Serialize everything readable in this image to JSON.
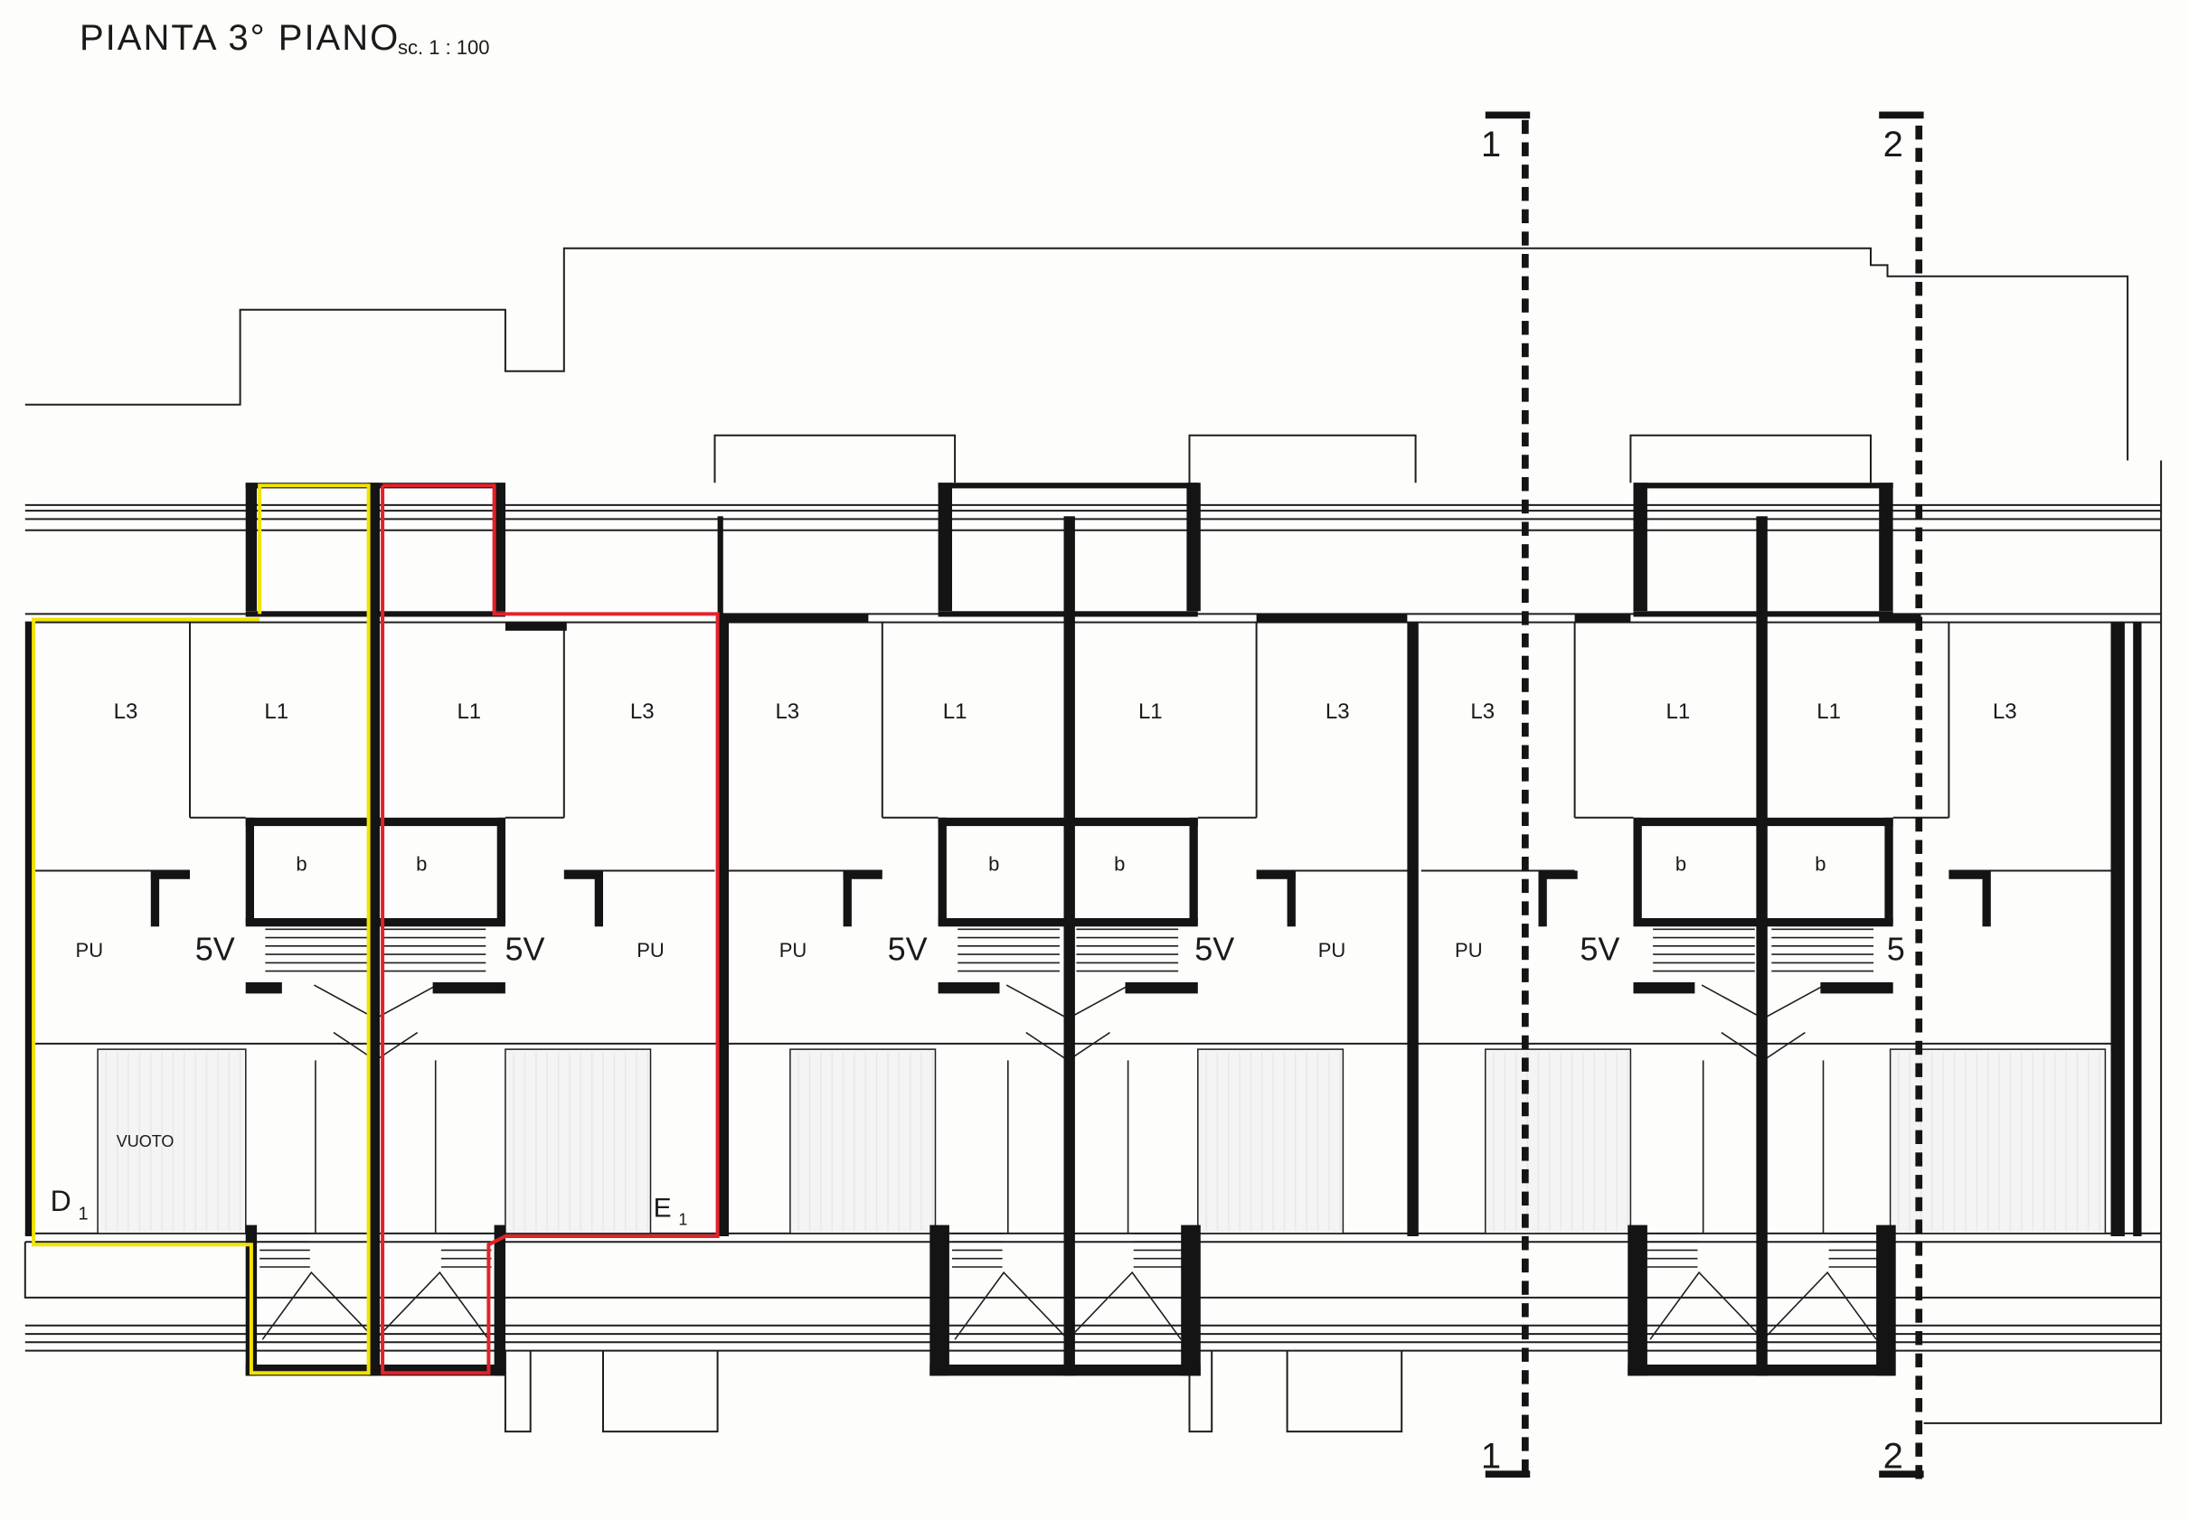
{
  "title": "PIANTA  3° PIANO",
  "scale": "sc. 1 : 100",
  "section_markers": [
    "1",
    "1",
    "2",
    "2"
  ],
  "rooms": {
    "l3": "L3",
    "l1": "L1",
    "b": "b",
    "pu": "PU",
    "sv": "5V",
    "sv_partial": "5",
    "vuoto": "VUOTO"
  },
  "points": {
    "d1": "D",
    "d1_sub": "1",
    "e1": "E",
    "e1_sub": "1"
  },
  "colors": {
    "wall": "#141414",
    "thin_line": "#1e1e1e",
    "yellow_outline": "#f2e300",
    "red_outline": "#e3222a"
  }
}
